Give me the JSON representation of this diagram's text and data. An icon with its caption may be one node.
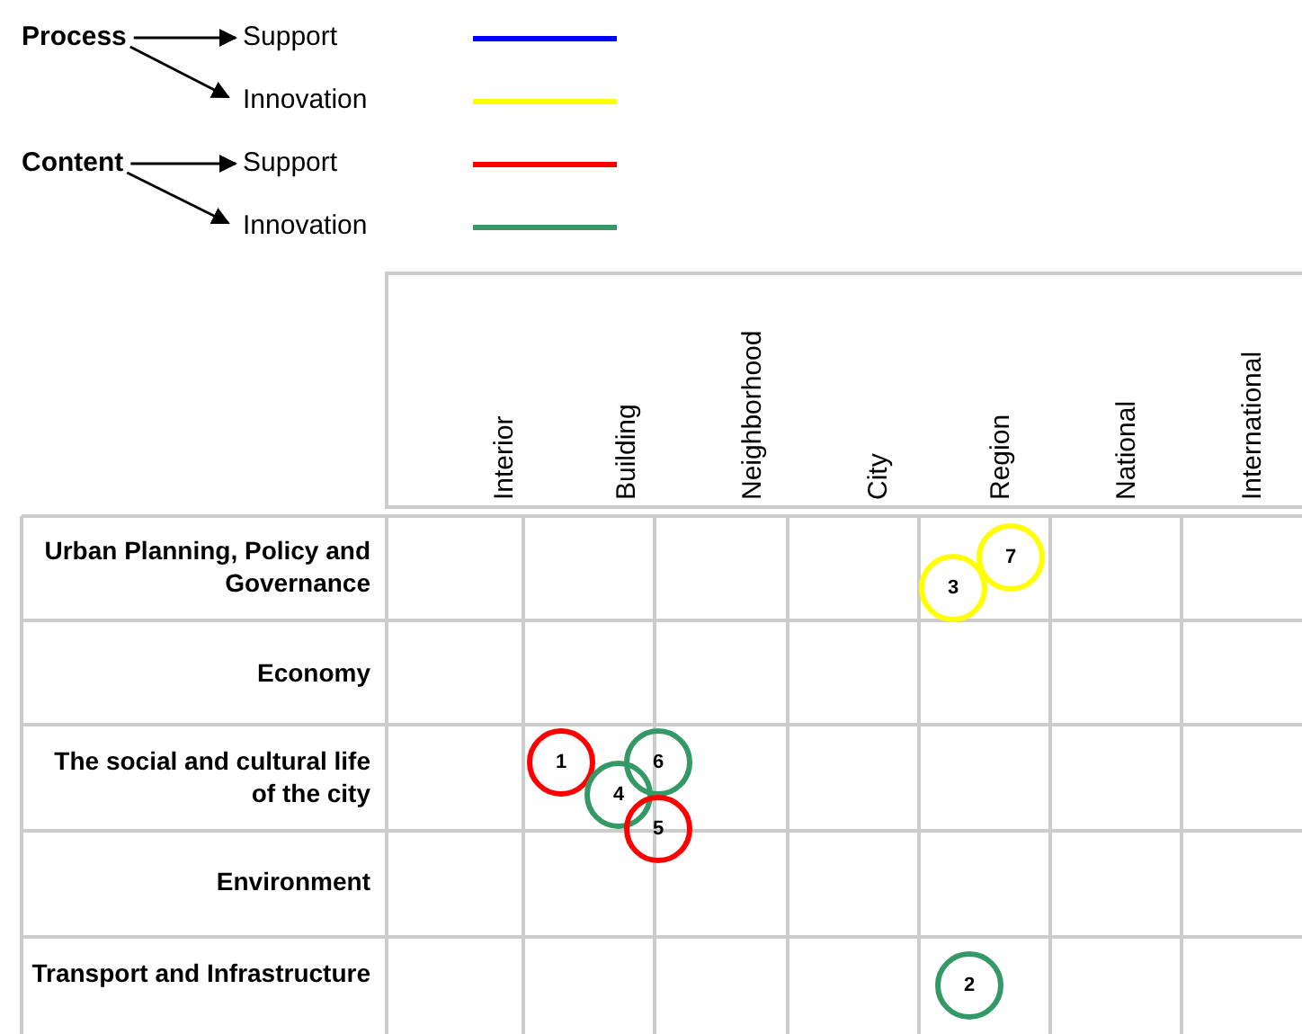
{
  "diagram": {
    "nodes": [
      {
        "text": [
          "Process"
        ]
      },
      {
        "text": [
          "Content"
        ]
      },
      {
        "text": [
          "7"
        ]
      },
      {
        "text": [
          "3"
        ]
      },
      {
        "text": [
          "1"
        ]
      },
      {
        "text": [
          "6"
        ]
      },
      {
        "text": [
          "4"
        ]
      },
      {
        "text": [
          "5"
        ]
      },
      {
        "text": [
          "2"
        ]
      }
    ],
    "edges": [
      {
        "from": 0,
        "to": null,
        "arrow": "to"
      },
      {
        "from": 0,
        "to": null,
        "arrow": "to"
      },
      {
        "from": 1,
        "to": null,
        "arrow": "to"
      },
      {
        "from": 1,
        "to": null,
        "arrow": "to"
      }
    ],
    "labels": [
      "Interior",
      "Building",
      "Neighborhood",
      "City",
      "Region",
      "National",
      "International",
      "Urban Planning, Policy and Governance",
      "Economy",
      "The social and cultural life of the city",
      "Environment",
      "Transport and Infrastructure"
    ],
    "legend": [
      {
        "text": "Support",
        "color": "#0000ff"
      },
      {
        "text": "Innovation",
        "color": "#ffff00"
      },
      {
        "text": "Support",
        "color": "#ff0000"
      },
      {
        "text": "Innovation",
        "color": "#339966"
      }
    ]
  }
}
